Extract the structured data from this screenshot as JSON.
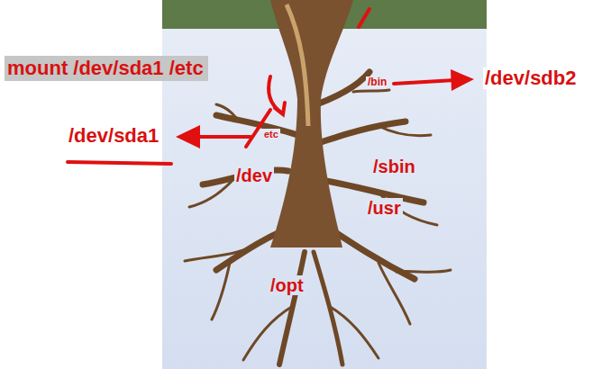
{
  "diagram": {
    "nodes": [
      {
        "text": [
          "mount /dev/sda1 /etc"
        ]
      }
    ],
    "labels": [
      "/dev/sda1",
      "/dev/sdb2",
      "/bin",
      "etc",
      "/dev",
      "/sbin",
      "/usr",
      "/opt"
    ]
  }
}
